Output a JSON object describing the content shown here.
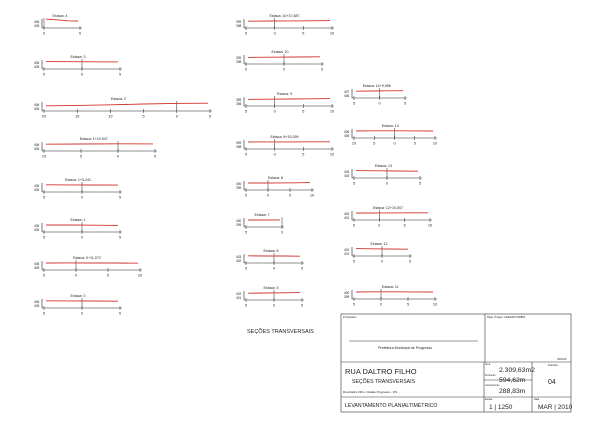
{
  "sections": [
    {
      "name": "Estaca: 4",
      "elev": [
        "406",
        "405"
      ],
      "ticks": [
        "0",
        "5"
      ],
      "profile": [
        0.05,
        0.2,
        0.45,
        0.5
      ]
    },
    {
      "name": "Estaca: 3",
      "elev": [
        "406",
        "405"
      ],
      "ticks": [
        "5",
        "0",
        "5"
      ],
      "profile": [
        0.4,
        0.42,
        0.45,
        0.47
      ]
    },
    {
      "name": "Estaca: 2",
      "elev": [
        "406",
        "405"
      ],
      "ticks": [
        "20",
        "15",
        "10",
        "5",
        "0",
        "5"
      ],
      "profile": [
        0.95,
        0.85,
        0.7,
        0.5,
        0.35,
        0.3
      ]
    },
    {
      "name": "Estaca: 1+10,947",
      "elev": [
        "406",
        "405"
      ],
      "ticks": [
        "10",
        "5",
        "0",
        "5"
      ],
      "profile": [
        0.55,
        0.5,
        0.45,
        0.48
      ]
    },
    {
      "name": "Estaca: 1+5,241",
      "elev": [
        "406",
        "405"
      ],
      "ticks": [
        "5",
        "0",
        "5"
      ],
      "profile": [
        0.45,
        0.48,
        0.5,
        0.52
      ]
    },
    {
      "name": "Estaca: 1",
      "elev": [
        "406",
        "405"
      ],
      "ticks": [
        "5",
        "0",
        "5"
      ],
      "profile": [
        0.5,
        0.5,
        0.55,
        0.6
      ]
    },
    {
      "name": "Estaca: 0+11,072",
      "elev": [
        "406",
        "405"
      ],
      "ticks": [
        "5",
        "0",
        "5",
        "10"
      ],
      "profile": [
        0.5,
        0.48,
        0.5,
        0.5,
        0.55
      ]
    },
    {
      "name": "Estaca: 0",
      "elev": [
        "406",
        "405"
      ],
      "ticks": [
        "5",
        "0",
        "5"
      ],
      "profile": [
        0.45,
        0.48,
        0.5,
        0.55
      ]
    },
    {
      "name": "Estaca: 10+37,687",
      "elev": [
        "399",
        "398"
      ],
      "ticks": [
        "5",
        "0",
        "5",
        "10"
      ],
      "profile": [
        0.55,
        0.5,
        0.48,
        0.45,
        0.4
      ]
    },
    {
      "name": "Estaca: 10",
      "elev": [
        "399",
        "398"
      ],
      "ticks": [
        "5",
        "0",
        "5"
      ],
      "profile": [
        0.6,
        0.55,
        0.5,
        0.45
      ]
    },
    {
      "name": "Estaca: 9",
      "elev": [
        "399",
        "398"
      ],
      "ticks": [
        "5",
        "0",
        "5",
        "10"
      ],
      "profile": [
        0.6,
        0.55,
        0.5,
        0.45,
        0.4
      ]
    },
    {
      "name": "Estaca: 8+15,269",
      "elev": [
        "399",
        "398"
      ],
      "ticks": [
        "5",
        "0",
        "5",
        "10"
      ],
      "profile": [
        0.5,
        0.48,
        0.48,
        0.45,
        0.45
      ]
    },
    {
      "name": "Estaca: 8",
      "elev": [
        "400",
        "399"
      ],
      "ticks": [
        "5",
        "0",
        "5",
        "10"
      ],
      "profile": [
        0.5,
        0.5,
        0.48,
        0.45,
        0.4
      ]
    },
    {
      "name": "Estaca: 7",
      "elev": [
        "400",
        "399"
      ],
      "ticks": [
        "5",
        "0"
      ],
      "profile": [
        0.5,
        0.5,
        0.48
      ]
    },
    {
      "name": "Estaca: 6",
      "elev": [
        "403",
        "402"
      ],
      "ticks": [
        "5",
        "0",
        "5"
      ],
      "profile": [
        0.45,
        0.5,
        0.5,
        0.55
      ]
    },
    {
      "name": "Estaca: 5",
      "elev": [
        "402",
        "401"
      ],
      "ticks": [
        "5",
        "0",
        "5"
      ],
      "profile": [
        0.55,
        0.5,
        0.45,
        0.4
      ]
    },
    {
      "name": "Estaca: 14+9,956",
      "elev": [
        "407",
        "406"
      ],
      "ticks": [
        "5",
        "0",
        "5"
      ],
      "profile": [
        0.55,
        0.5,
        0.45,
        0.42
      ]
    },
    {
      "name": "Estaca: 14",
      "elev": [
        "406",
        "405"
      ],
      "ticks": [
        "10",
        "5",
        "0",
        "5",
        "10"
      ],
      "profile": [
        0.5,
        0.45,
        0.45,
        0.45,
        0.48,
        0.5
      ]
    },
    {
      "name": "Estaca: 13",
      "elev": [
        "404",
        "403"
      ],
      "ticks": [
        "5",
        "0",
        "5"
      ],
      "profile": [
        0.4,
        0.45,
        0.5,
        0.55
      ]
    },
    {
      "name": "Estaca: 12+10,507",
      "elev": [
        "402",
        "401"
      ],
      "ticks": [
        "5",
        "0",
        "5",
        "10"
      ],
      "profile": [
        0.5,
        0.5,
        0.48,
        0.45,
        0.45
      ]
    },
    {
      "name": "Estaca: 12",
      "elev": [
        "402",
        "401"
      ],
      "ticks": [
        "5",
        "0",
        "5"
      ],
      "profile": [
        0.4,
        0.45,
        0.5,
        0.55
      ]
    },
    {
      "name": "Estaca: 11",
      "elev": [
        "400",
        "399"
      ],
      "ticks": [
        "5",
        "0",
        "5",
        "10"
      ],
      "profile": [
        0.5,
        0.45,
        0.45,
        0.48,
        0.5
      ]
    }
  ],
  "sheet_caption": "SEÇÕES TRANSVERSAIS",
  "title_block": {
    "owner_label": "Proprietário",
    "owner_name": "Prefeitura Municipal de Progresso",
    "responsible_label": "Resp. Projeto: CREA/RS 096866",
    "date_small": "03/2010",
    "street": "RUA DALTRO FILHO",
    "subtitle": "SEÇÕES TRANSVERSAIS",
    "location": "Rua Daltro Filho, Cidade Progresso - RS",
    "area_label": "Área",
    "area": "2.309,63m2",
    "perimeter_label": "Perímetro",
    "perimeter": "594,62m",
    "length_label": "Comprimento",
    "length": "288,83m",
    "sheet_label": "Prancha",
    "sheet_number": "04",
    "survey": "LEVANTAMENTO PLANIALTIMÉTRICO",
    "scale_label": "Escala",
    "scale": "1 | 1250",
    "date_label": "Data",
    "date": "MAR | 2010"
  }
}
